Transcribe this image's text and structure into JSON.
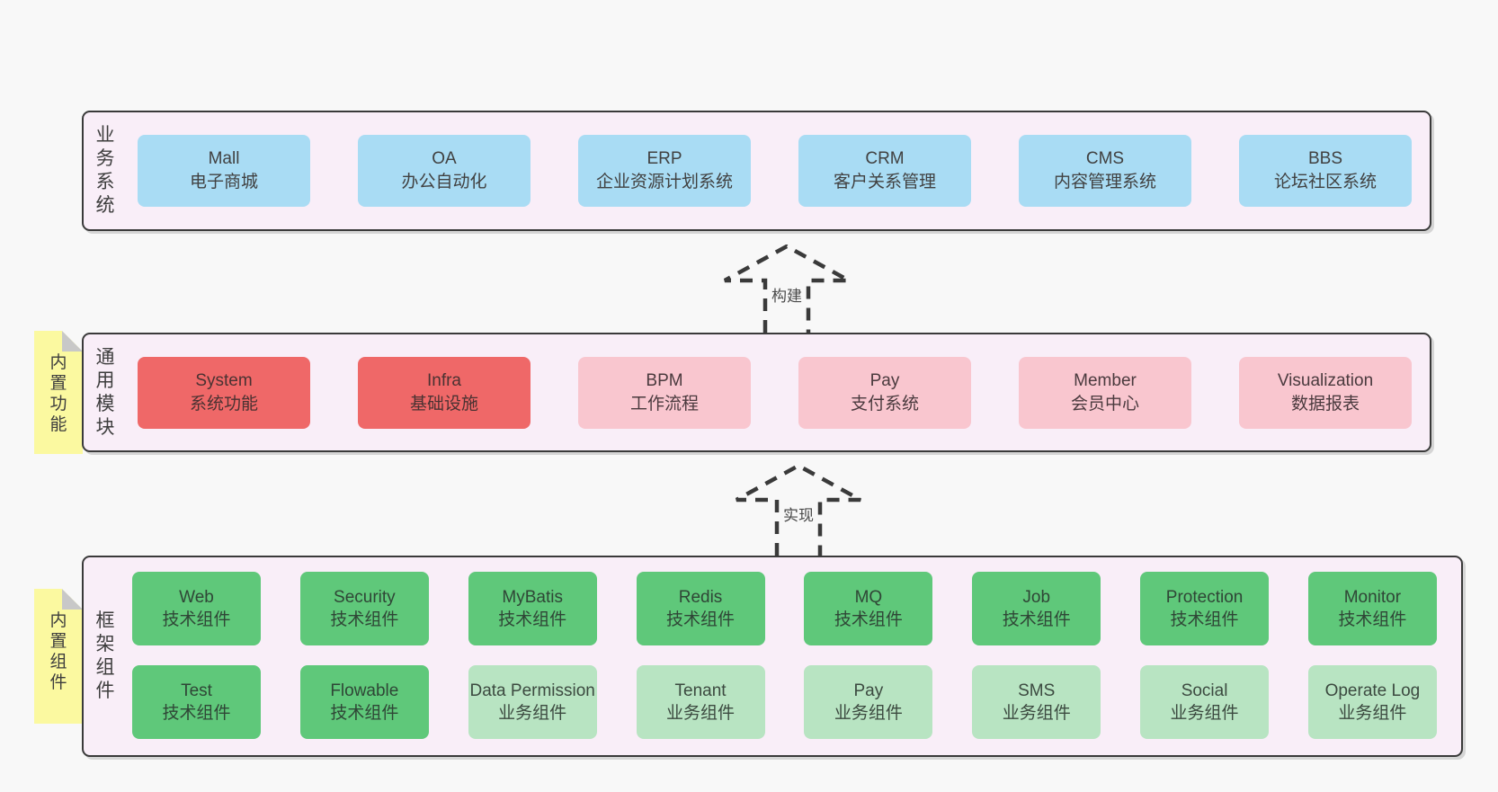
{
  "diagram": {
    "panels": [
      {
        "key": "business",
        "label": "业务系统",
        "rows": [
          [
            {
              "title": "Mall",
              "subtitle": "电子商城",
              "style": "blue"
            },
            {
              "title": "OA",
              "subtitle": "办公自动化",
              "style": "blue"
            },
            {
              "title": "ERP",
              "subtitle": "企业资源计划系统",
              "style": "blue"
            },
            {
              "title": "CRM",
              "subtitle": "客户关系管理",
              "style": "blue"
            },
            {
              "title": "CMS",
              "subtitle": "内容管理系统",
              "style": "blue"
            },
            {
              "title": "BBS",
              "subtitle": "论坛社区系统",
              "style": "blue"
            }
          ]
        ]
      },
      {
        "key": "modules",
        "label": "通用模块",
        "rows": [
          [
            {
              "title": "System",
              "subtitle": "系统功能",
              "style": "red"
            },
            {
              "title": "Infra",
              "subtitle": "基础设施",
              "style": "red"
            },
            {
              "title": "BPM",
              "subtitle": "工作流程",
              "style": "pink"
            },
            {
              "title": "Pay",
              "subtitle": "支付系统",
              "style": "pink"
            },
            {
              "title": "Member",
              "subtitle": "会员中心",
              "style": "pink"
            },
            {
              "title": "Visualization",
              "subtitle": "数据报表",
              "style": "pink"
            }
          ]
        ]
      },
      {
        "key": "framework",
        "label": "框架组件",
        "rows": [
          [
            {
              "title": "Web",
              "subtitle": "技术组件",
              "style": "green"
            },
            {
              "title": "Security",
              "subtitle": "技术组件",
              "style": "green"
            },
            {
              "title": "MyBatis",
              "subtitle": "技术组件",
              "style": "green"
            },
            {
              "title": "Redis",
              "subtitle": "技术组件",
              "style": "green"
            },
            {
              "title": "MQ",
              "subtitle": "技术组件",
              "style": "green"
            },
            {
              "title": "Job",
              "subtitle": "技术组件",
              "style": "green"
            },
            {
              "title": "Protection",
              "subtitle": "技术组件",
              "style": "green"
            },
            {
              "title": "Monitor",
              "subtitle": "技术组件",
              "style": "green"
            }
          ],
          [
            {
              "title": "Test",
              "subtitle": "技术组件",
              "style": "green"
            },
            {
              "title": "Flowable",
              "subtitle": "技术组件",
              "style": "green"
            },
            {
              "title": "Data Permission",
              "subtitle": "业务组件",
              "style": "lightgreen"
            },
            {
              "title": "Tenant",
              "subtitle": "业务组件",
              "style": "lightgreen"
            },
            {
              "title": "Pay",
              "subtitle": "业务组件",
              "style": "lightgreen"
            },
            {
              "title": "SMS",
              "subtitle": "业务组件",
              "style": "lightgreen"
            },
            {
              "title": "Social",
              "subtitle": "业务组件",
              "style": "lightgreen"
            },
            {
              "title": "Operate Log",
              "subtitle": "业务组件",
              "style": "lightgreen"
            }
          ]
        ]
      }
    ],
    "arrows": [
      {
        "label": "构建"
      },
      {
        "label": "实现"
      }
    ],
    "notes": [
      {
        "text": "内置功能"
      },
      {
        "text": "内置组件"
      }
    ],
    "colors": {
      "page_bg": "#f8f8f8",
      "panel_bg": "#f9eef8",
      "panel_border": "#3a3a3a",
      "blue_box": "#a9dcf4",
      "red_box": "#ef6868",
      "pink_box": "#f9c6cf",
      "green_box": "#5fc87a",
      "light_green_box": "#b8e4c2",
      "sticky_yellow": "#fbf9a0",
      "sticky_fold_gray": "#c8c8c8",
      "text": "#414141"
    }
  }
}
